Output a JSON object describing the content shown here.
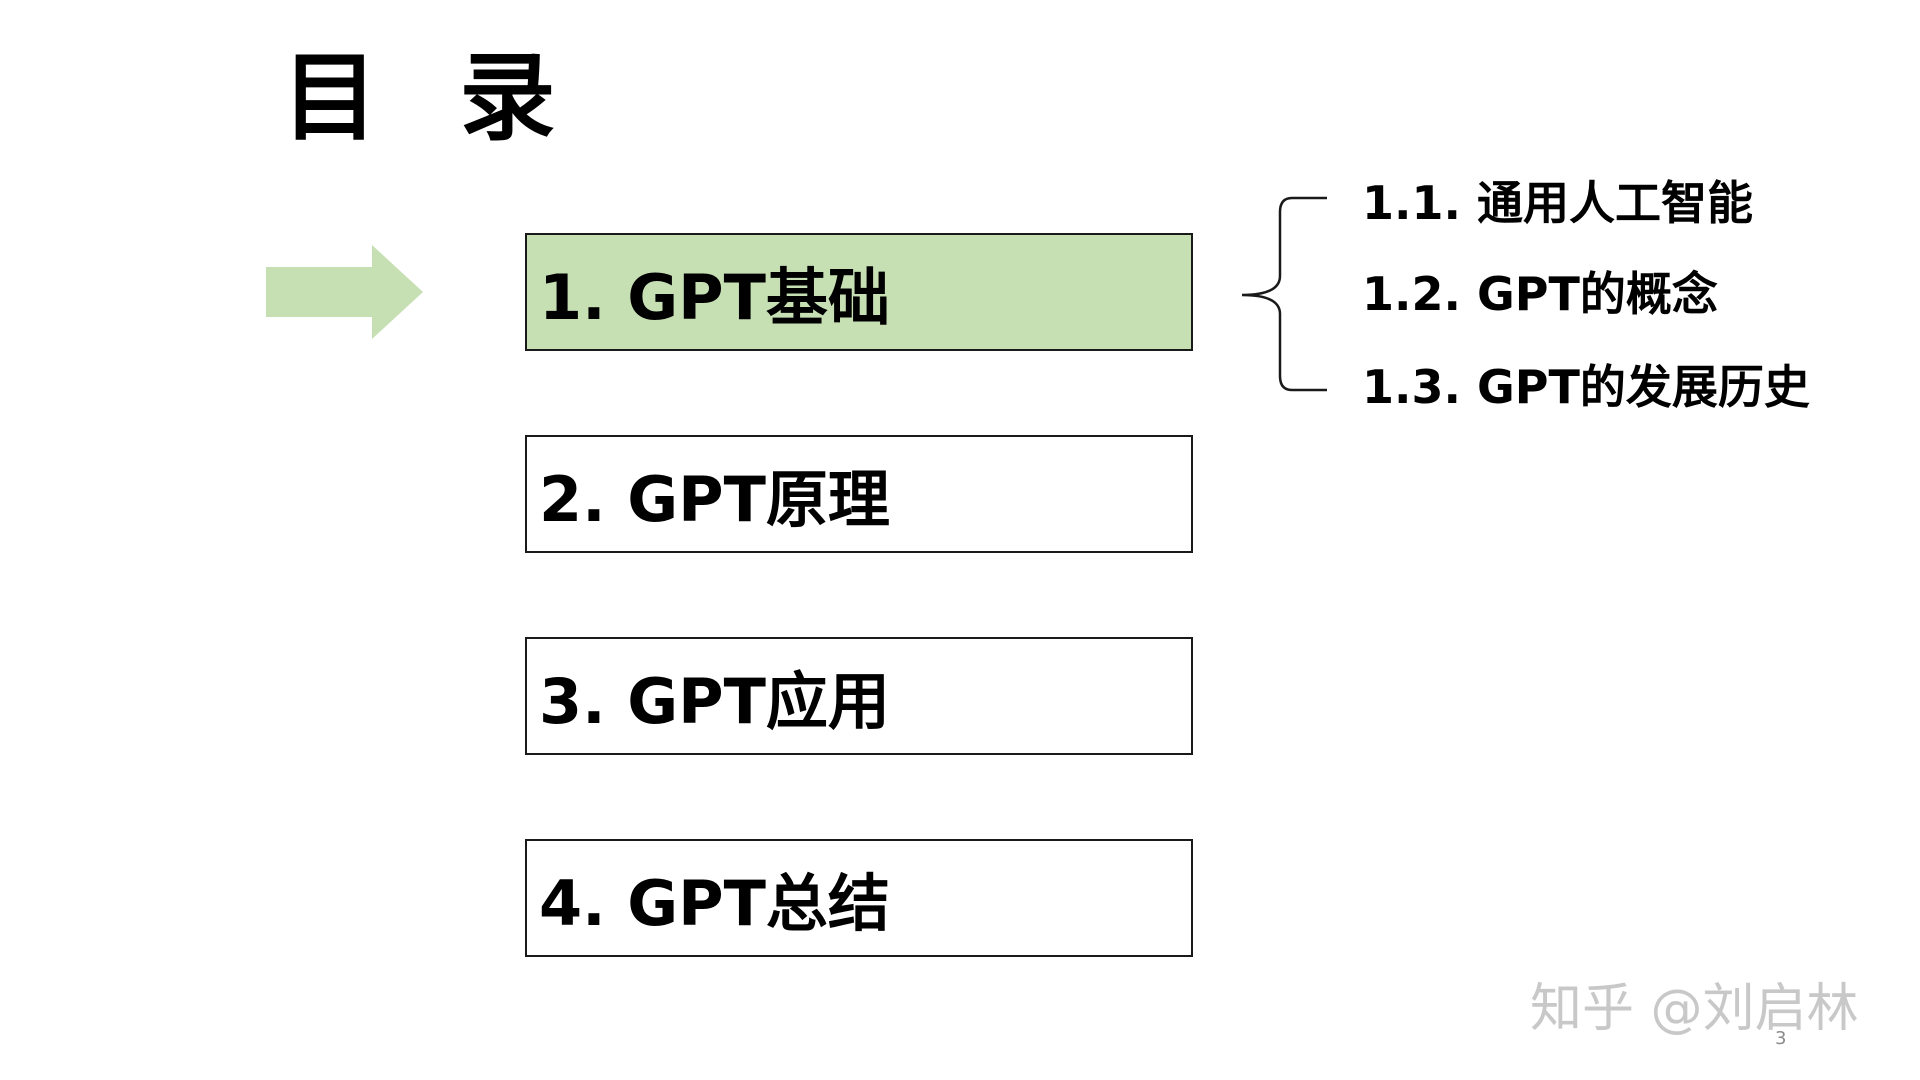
{
  "title": "目 录",
  "toc": [
    {
      "label": "1. GPT基础",
      "active": true
    },
    {
      "label": "2. GPT原理",
      "active": false
    },
    {
      "label": "3. GPT应用",
      "active": false
    },
    {
      "label": "4. GPT总结",
      "active": false
    }
  ],
  "subtopics": [
    "1.1. 通用人工智能",
    "1.2. GPT的概念",
    "1.3. GPT的发展历史"
  ],
  "watermark": "知乎 @刘启林",
  "page_number": "3",
  "colors": {
    "active_fill": "#c6e0b4",
    "arrow": "#c6e0b4",
    "border": "#1a1a1a"
  }
}
